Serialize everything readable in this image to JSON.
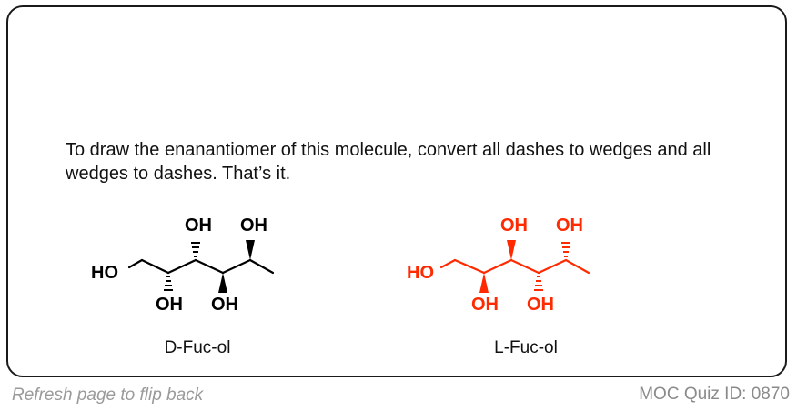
{
  "instruction": "To draw the enanantiomer of this molecule, convert all dashes to wedges and all wedges to dashes. That’s it.",
  "molecules": [
    {
      "name": "D-Fuc-ol",
      "color": "#000000",
      "labels": {
        "terminal": "HO",
        "c2": "OH",
        "c3": "OH",
        "c4": "OH",
        "c5": "OH"
      }
    },
    {
      "name": "L-Fuc-ol",
      "color": "#ff2a00",
      "labels": {
        "terminal": "HO",
        "c2": "OH",
        "c3": "OH",
        "c4": "OH",
        "c5": "OH"
      }
    }
  ],
  "footer": {
    "refresh_text": "Refresh page to flip back",
    "quiz_id": "MOC Quiz ID: 0870"
  }
}
